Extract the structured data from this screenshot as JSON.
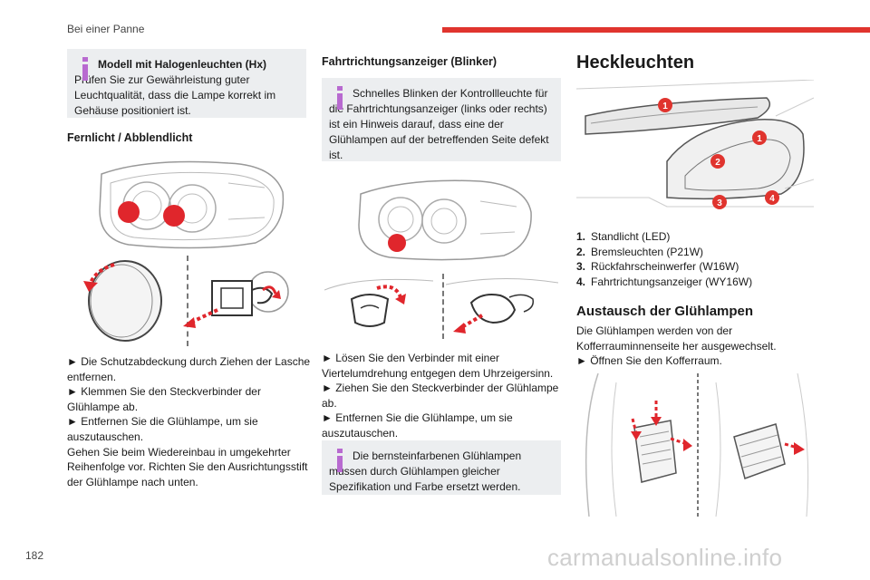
{
  "header": {
    "title": "Bei einer Panne",
    "accent": "#e0342e"
  },
  "page_number": "182",
  "watermark": "carmanualsonline.info",
  "col1": {
    "info": {
      "title": "Modell mit Halogenleuchten (Hx)",
      "text": "Prüfen Sie zur Gewährleistung guter Leuchtqualität, dass die Lampe korrekt im Gehäuse positioniert ist."
    },
    "heading": "Fernlicht / Abblendlicht",
    "steps": [
      "► Die Schutzabdeckung durch Ziehen der Lasche entfernen.",
      "► Klemmen Sie den Steckverbinder der Glühlampe ab.",
      "► Entfernen Sie die Glühlampe, um sie auszutauschen.",
      "Gehen Sie beim Wiedereinbau in umgekehrter Reihenfolge vor. Richten Sie den Ausrichtungsstift der Glühlampe nach unten."
    ]
  },
  "col2": {
    "heading": "Fahrtrichtungsanzeiger (Blinker)",
    "info1": "Schnelles Blinken der Kontrollleuchte für die Fahrtrichtungsanzeiger (links oder rechts) ist ein Hinweis darauf, dass eine der Glühlampen auf der betreffenden Seite defekt ist.",
    "steps": [
      "► Lösen Sie den Verbinder mit einer Viertelumdrehung entgegen dem Uhrzeigersinn.",
      "► Ziehen Sie den Steckverbinder der Glühlampe ab.",
      "► Entfernen Sie die Glühlampe, um sie auszutauschen."
    ],
    "info2": "Die bernsteinfarbenen Glühlampen müssen durch Glühlampen gleicher Spezifikation und Farbe ersetzt werden."
  },
  "col3": {
    "heading": "Heckleuchten",
    "callouts": [
      "1",
      "1",
      "2",
      "3",
      "4"
    ],
    "legend": [
      {
        "num": "1.",
        "text": "Standlicht (LED)"
      },
      {
        "num": "2.",
        "text": "Bremsleuchten (P21W)"
      },
      {
        "num": "3.",
        "text": "Rückfahrscheinwerfer (W16W)"
      },
      {
        "num": "4.",
        "text": "Fahrtrichtungsanzeiger (WY16W)"
      }
    ],
    "subheading": "Austausch der Glühlampen",
    "text1": "Die Glühlampen werden von der Kofferrauminnenseite her ausgewechselt.",
    "text2": "► Öffnen Sie den Kofferraum."
  }
}
